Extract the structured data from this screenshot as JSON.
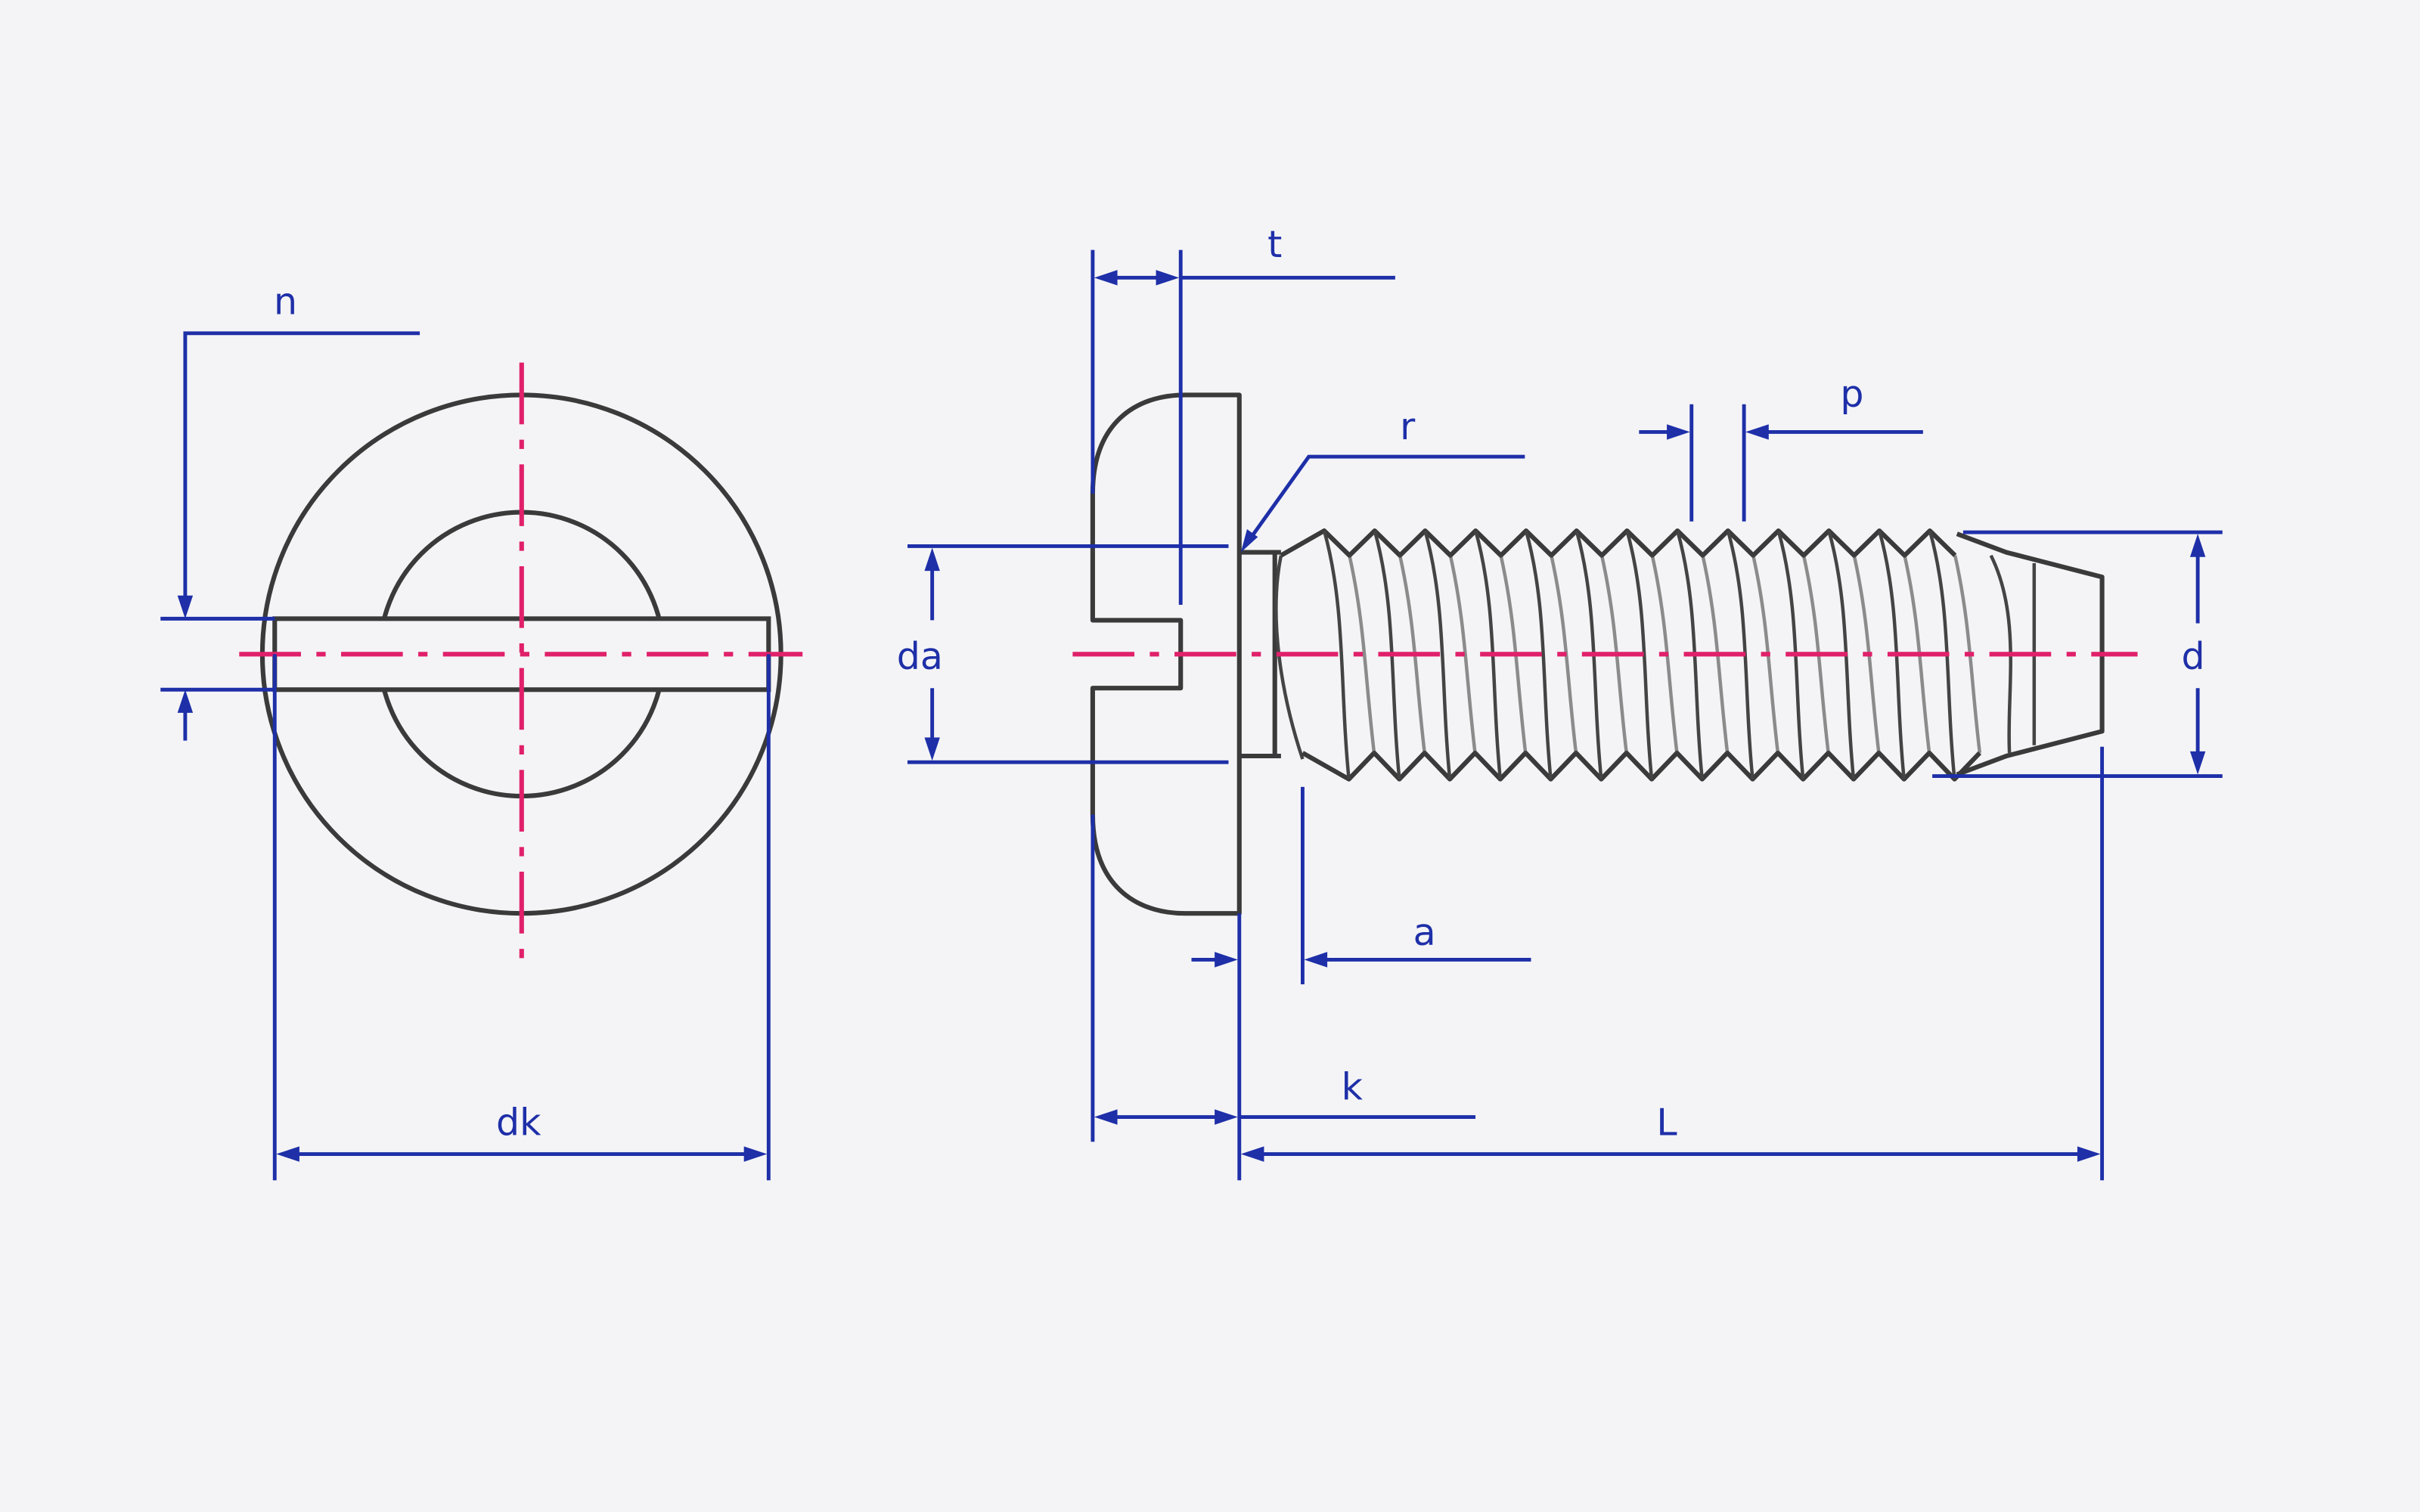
{
  "labels": {
    "n": "n",
    "dk": "dk",
    "t": "t",
    "r": "r",
    "p": "p",
    "da": "da",
    "d": "d",
    "a": "a",
    "k": "k",
    "L": "L"
  },
  "colors": {
    "dimension": "#1e2fa8",
    "centerline": "#e0206a",
    "outline": "#3a3a3a",
    "background": "#f4f4f6"
  }
}
